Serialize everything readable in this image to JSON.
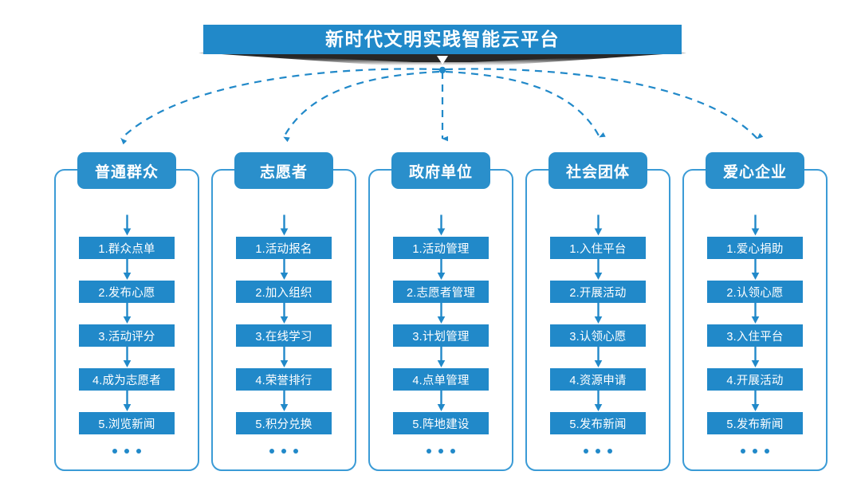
{
  "banner": {
    "title": "新时代文明实践智能云平台",
    "notch_icon": "chevron-down-icon",
    "color": "#2189c9",
    "ribbon_color": "#2b2b2b"
  },
  "theme": {
    "box_blue": "#2189c9",
    "header_blue": "#2a8fcb",
    "outline_blue": "#3b9bd6",
    "arrow_blue": "#2189c9",
    "background": "#ffffff"
  },
  "columns": [
    {
      "id": "ordinary-public",
      "header": "普通群众",
      "items": [
        "1.群众点单",
        "2.发布心愿",
        "3.活动评分",
        "4.成为志愿者",
        "5.浏览新闻"
      ],
      "more": "..."
    },
    {
      "id": "volunteer",
      "header": "志愿者",
      "items": [
        "1.活动报名",
        "2.加入组织",
        "3.在线学习",
        "4.荣誉排行",
        "5.积分兑换"
      ],
      "more": "..."
    },
    {
      "id": "government-unit",
      "header": "政府单位",
      "items": [
        "1.活动管理",
        "2.志愿者管理",
        "3.计划管理",
        "4.点单管理",
        "5.阵地建设"
      ],
      "more": "..."
    },
    {
      "id": "social-group",
      "header": "社会团体",
      "items": [
        "1.入住平台",
        "2.开展活动",
        "3.认领心愿",
        "4.资源申请",
        "5.发布新闻"
      ],
      "more": "..."
    },
    {
      "id": "charity-enterprise",
      "header": "爱心企业",
      "items": [
        "1.爱心捐助",
        "2.认领心愿",
        "3.入住平台",
        "4.开展活动",
        "5.发布新闻"
      ],
      "more": "..."
    }
  ]
}
